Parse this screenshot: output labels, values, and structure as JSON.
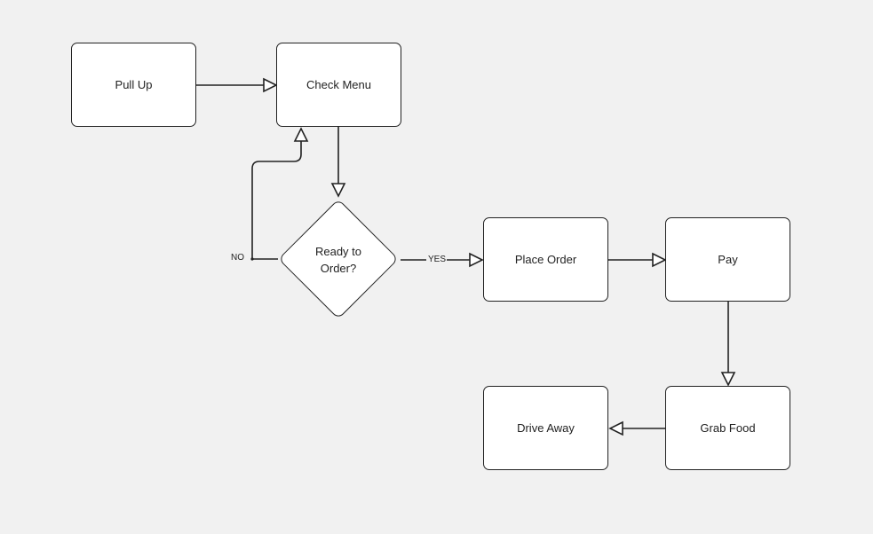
{
  "diagram": {
    "nodes": {
      "pull_up": "Pull Up",
      "check_menu": "Check Menu",
      "ready": "Ready to Order?",
      "place_order": "Place Order",
      "pay": "Pay",
      "grab_food": "Grab Food",
      "drive_away": "Drive Away"
    },
    "edge_labels": {
      "no": "NO",
      "yes": "YES"
    }
  },
  "colors": {
    "background": "#f1f1f1",
    "node_fill": "#ffffff",
    "stroke": "#222222"
  }
}
